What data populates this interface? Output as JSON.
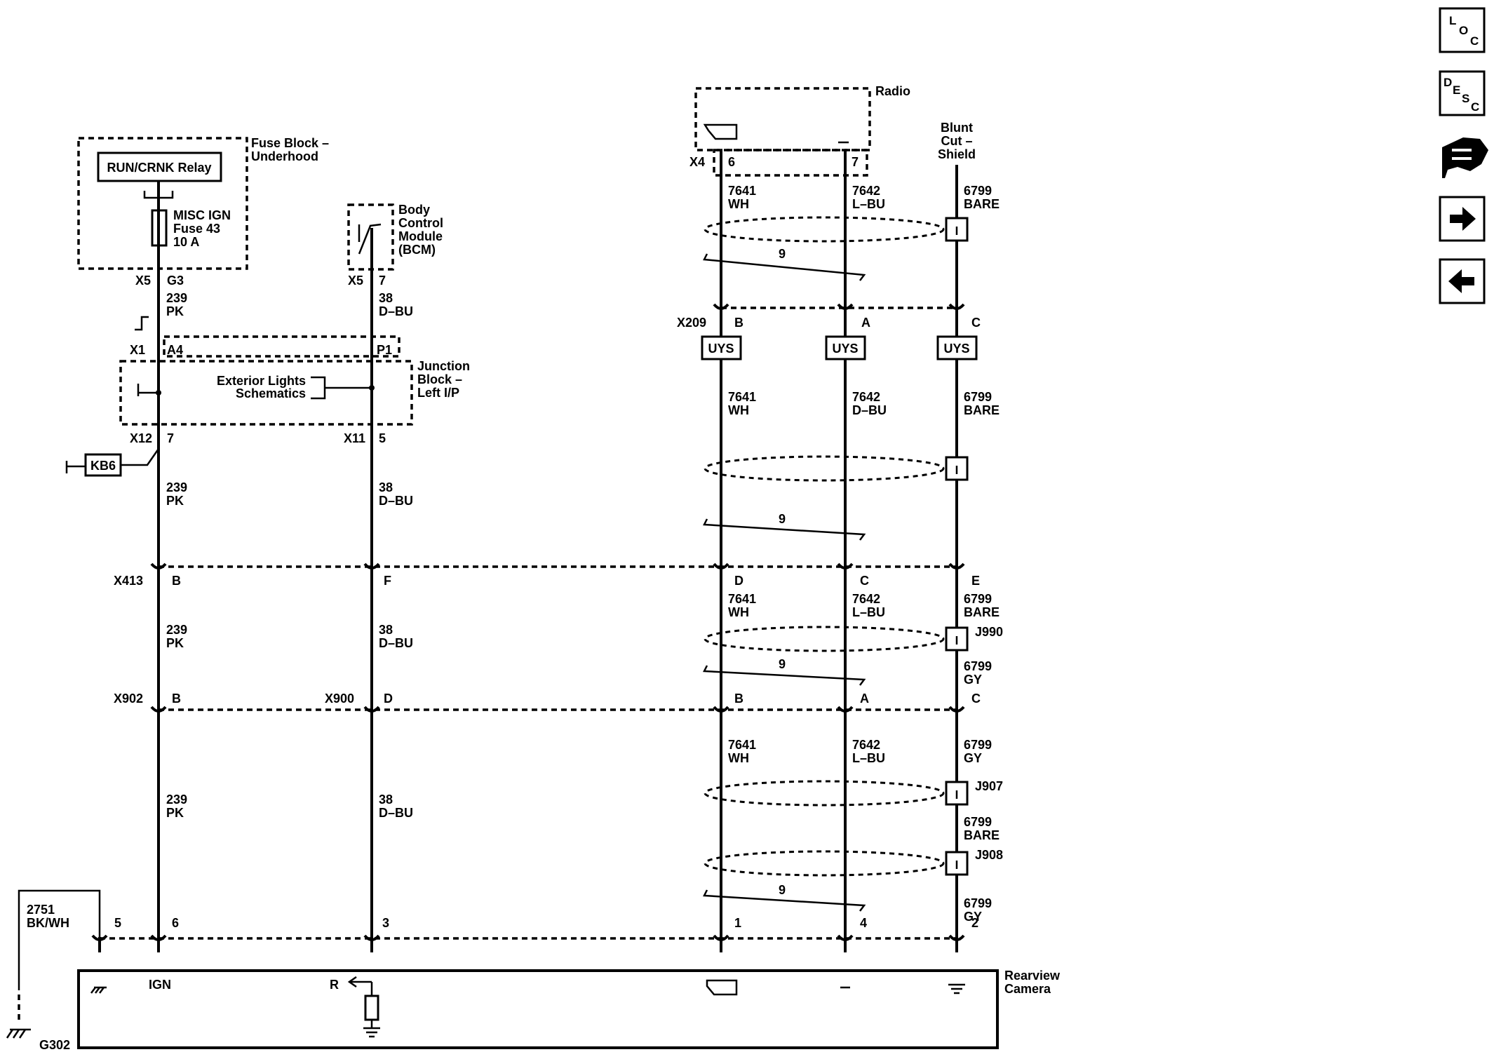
{
  "components": {
    "fuse_block": [
      "Fuse Block –",
      "Underhood"
    ],
    "relay": "RUN/CRNK Relay",
    "fuse": [
      "MISC IGN",
      "Fuse 43",
      "10 A"
    ],
    "bcm": [
      "Body",
      "Control",
      "Module",
      "(BCM)"
    ],
    "junction_block": [
      "Junction",
      "Block –",
      "Left I/P"
    ],
    "ext_lights": [
      "Exterior Lights",
      "Schematics"
    ],
    "radio": "Radio",
    "blunt_cut": [
      "Blunt",
      "Cut –",
      "Shield"
    ],
    "camera": [
      "Rearview",
      "Camera"
    ],
    "kb6": "KB6",
    "ground": "G302"
  },
  "connectors": {
    "fb_x5": "X5",
    "fb_pin": "G3",
    "bcm_x5": "X5",
    "bcm_pin": "7",
    "jb_x1": "X1",
    "jb_a4": "A4",
    "jb_p1": "P1",
    "jb_x12": "X12",
    "jb_x12_pin": "7",
    "jb_x11": "X11",
    "jb_x11_pin": "5",
    "radio_x4": "X4",
    "radio_pin6": "6",
    "radio_pin7": "7",
    "x209": "X209",
    "x209_b": "B",
    "x209_a": "A",
    "x209_c": "C",
    "x413": "X413",
    "x413_b": "B",
    "x413_f": "F",
    "x413_d": "D",
    "x413_c": "C",
    "x413_e": "E",
    "x902": "X902",
    "x902_b": "B",
    "x900": "X900",
    "x900_d": "D",
    "x900_b": "B",
    "x900_a": "A",
    "x900_c": "C",
    "cam_5": "5",
    "cam_6": "6",
    "cam_3": "3",
    "cam_1": "1",
    "cam_4": "4",
    "cam_2": "2"
  },
  "wires": {
    "w239": "239",
    "pk": "PK",
    "w38": "38",
    "dbu": "D–BU",
    "w7641": "7641",
    "wh": "WH",
    "w7642": "7642",
    "lbu": "L–BU",
    "w6799": "6799",
    "bare": "BARE",
    "gy": "GY",
    "w2751": "2751",
    "bkwh": "BK/WH",
    "twist": "9"
  },
  "splices": {
    "uys": "UYS",
    "j990": "J990",
    "j907": "J907",
    "j908": "J908"
  },
  "pins": {
    "ign": "IGN",
    "r": "R",
    "minus": "–"
  },
  "nav": {
    "loc": [
      "L",
      "O",
      "C"
    ],
    "desc": [
      "D",
      "E",
      "S",
      "C"
    ]
  }
}
